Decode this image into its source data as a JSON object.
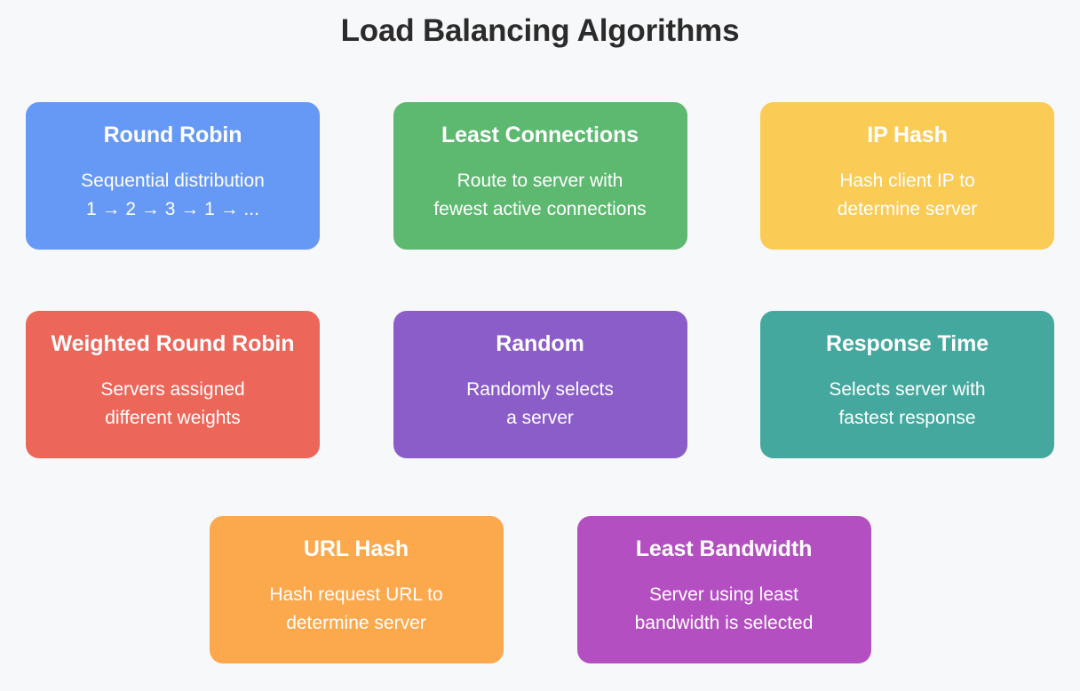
{
  "header": {
    "title": "Load Balancing Algorithms"
  },
  "theme": {
    "background": "#f7f8fa",
    "title_color": "#2b2b2b",
    "card_text_color": "#ffffff"
  },
  "rows": [
    {
      "id": "row-1",
      "cards": [
        {
          "id": "round-robin",
          "title": "Round Robin",
          "description": "Sequential distribution\n1 → 2 → 3 → 1 → ...",
          "color": "#6699f5"
        },
        {
          "id": "least-connections",
          "title": "Least Connections",
          "description": "Route to server with\nfewest active connections",
          "color": "#5cb96f"
        },
        {
          "id": "ip-hash",
          "title": "IP Hash",
          "description": "Hash client IP to\ndetermine server",
          "color": "#facb55"
        }
      ]
    },
    {
      "id": "row-2",
      "cards": [
        {
          "id": "weighted-round-robin",
          "title": "Weighted Round Robin",
          "description": "Servers assigned\ndifferent weights",
          "color": "#ec6659"
        },
        {
          "id": "random",
          "title": "Random",
          "description": "Randomly selects\na server",
          "color": "#8a5dc8"
        },
        {
          "id": "response-time",
          "title": "Response Time",
          "description": "Selects server with\nfastest response",
          "color": "#45a89e"
        }
      ]
    },
    {
      "id": "row-3",
      "cards": [
        {
          "id": "url-hash",
          "title": "URL Hash",
          "description": "Hash request URL to\ndetermine server",
          "color": "#fca84d"
        },
        {
          "id": "least-bandwidth",
          "title": "Least Bandwidth",
          "description": "Server using least\nbandwidth is selected",
          "color": "#b34fc0"
        }
      ]
    }
  ]
}
